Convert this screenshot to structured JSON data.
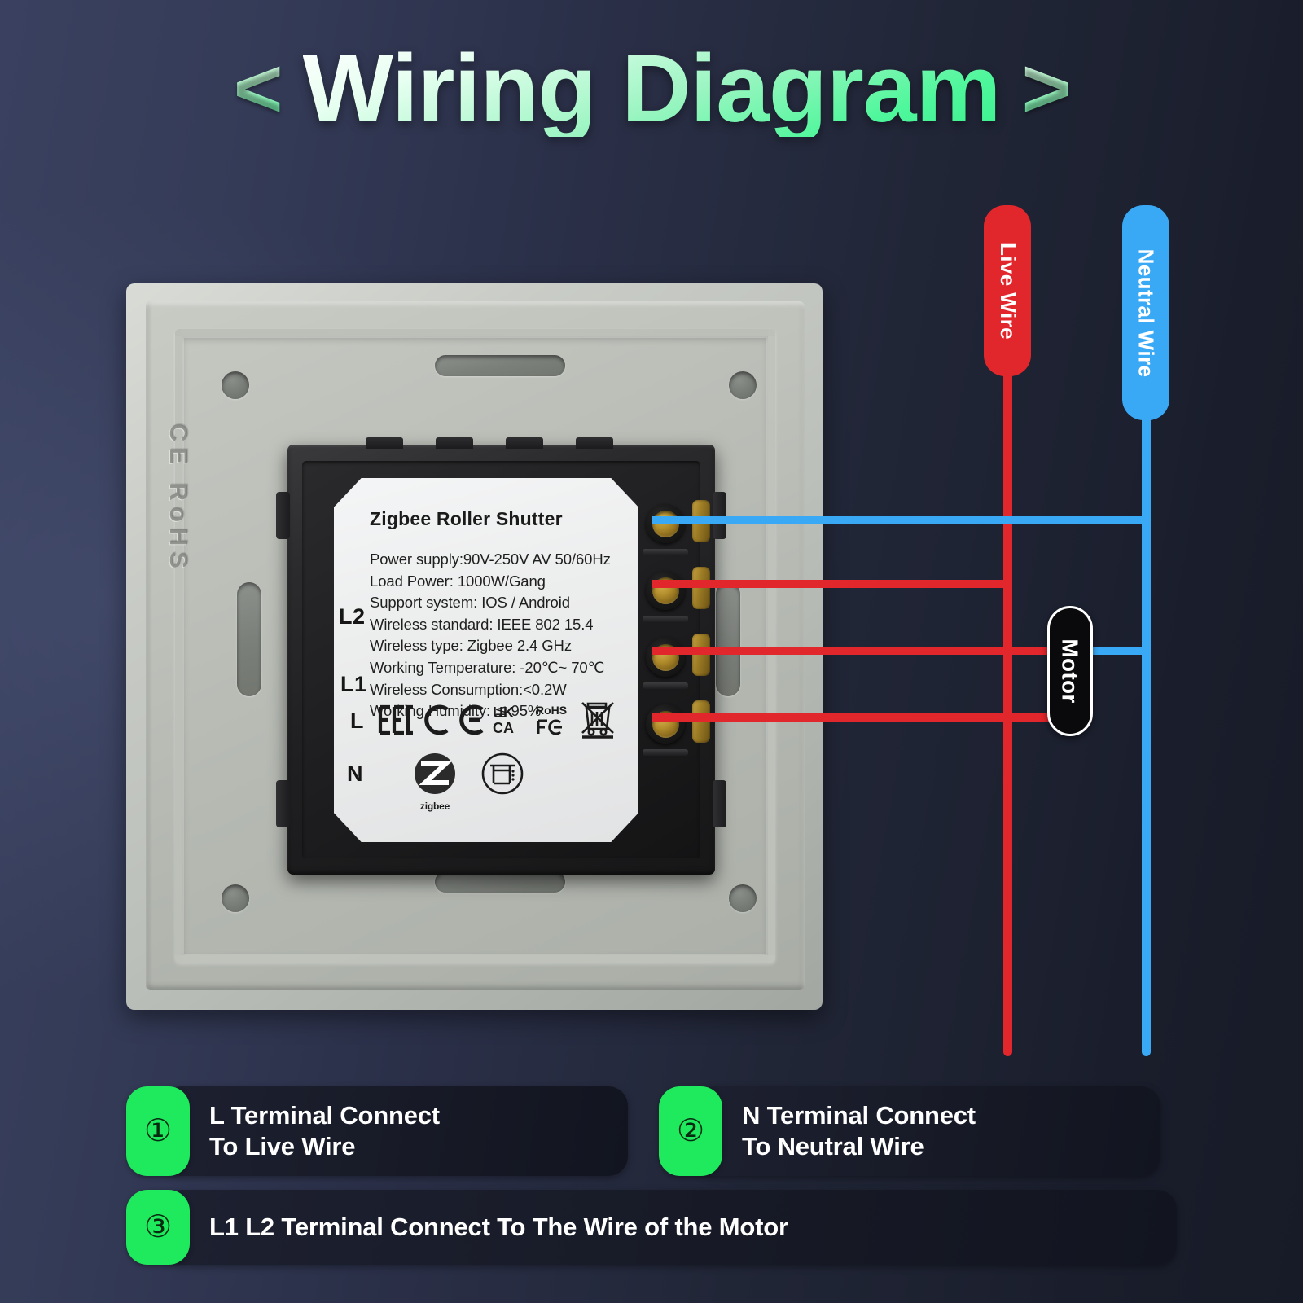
{
  "title": {
    "left_chevron": "<",
    "text": "Wiring Diagram",
    "right_chevron": ">"
  },
  "device": {
    "plate_emboss": "CE RoHS",
    "spec_label": {
      "product_title": "Zigbee Roller Shutter",
      "lines": [
        "Power supply:90V-250V AV  50/60Hz",
        "Load Power: 1000W/Gang",
        "Support system: IOS / Android",
        "Wireless standard: IEEE 802 15.4",
        "Wireless type: Zigbee 2.4 GHz",
        "Working Temperature: -20℃~ 70℃",
        "Wireless Consumption:<0.2W",
        "Working Humidity: ≦ 95%"
      ],
      "terminal_labels": [
        "L2",
        "L1",
        "L",
        "N"
      ],
      "certifications": [
        "EAC",
        "CE",
        "CE",
        "UKCA",
        "RoHS",
        "FC",
        "WEEE"
      ],
      "zigbee_word": "zigbee",
      "shutter_icon": "roller-shutter-icon"
    }
  },
  "wires": {
    "live_label": "Live Wire",
    "neutral_label": "Neutral Wire",
    "motor_label": "Motor",
    "live_color": "#e1262c",
    "neutral_color": "#3aa9f5"
  },
  "legend": {
    "items": [
      {
        "number": "①",
        "line1": "L  Terminal Connect",
        "line2": "To Live Wire"
      },
      {
        "number": "②",
        "line1": "N  Terminal Connect",
        "line2": "To Neutral Wire"
      },
      {
        "number": "③",
        "line1": "L1 L2 Terminal Connect To The Wire  of the Motor",
        "line2": ""
      }
    ]
  },
  "colors": {
    "accent_green": "#1fe95c",
    "title_green": "#4ef79b",
    "background_left": "#3a4160",
    "background_right": "#171b27"
  }
}
